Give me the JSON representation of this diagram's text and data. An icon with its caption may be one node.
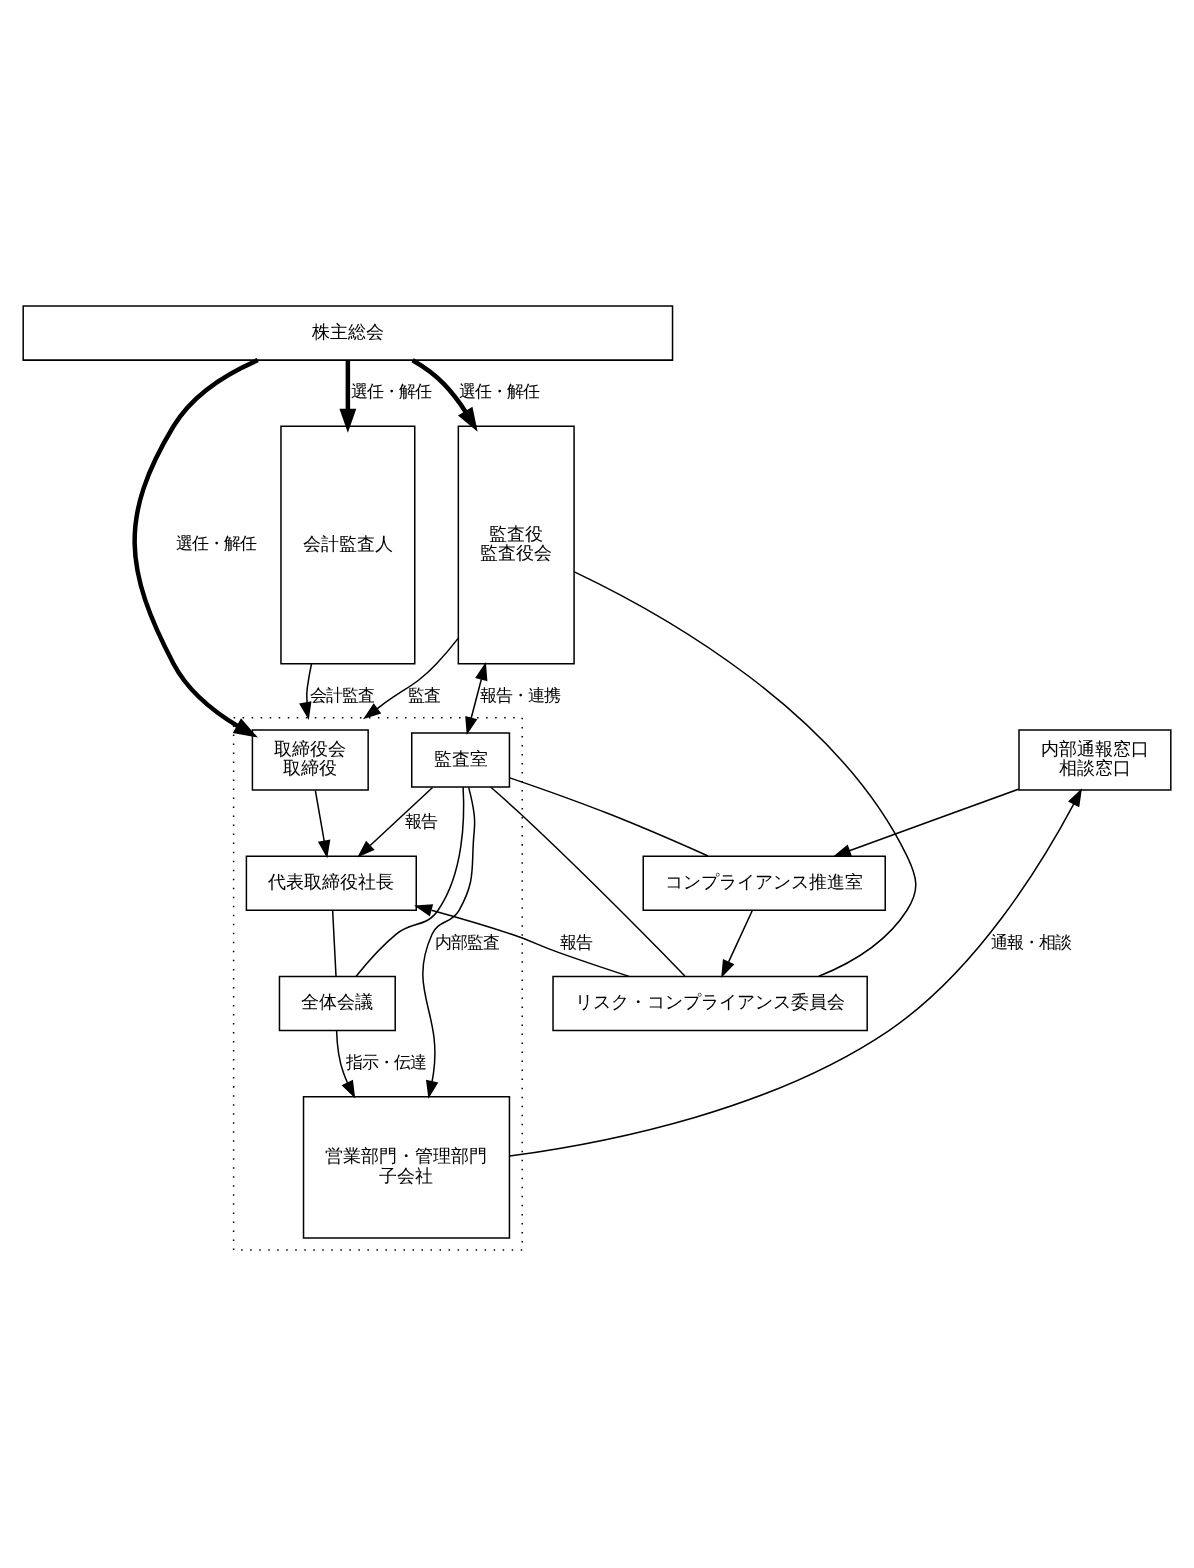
{
  "diagram": {
    "nodes": [
      {
        "text": [
          "株主総会"
        ]
      },
      {
        "text": [
          "監査役",
          "監査役会"
        ]
      },
      {
        "text": [],
        "shape": "box"
      },
      {
        "text": [
          "取締役会",
          "取締役"
        ],
        "in": 2
      },
      {
        "text": [
          "代表取締役社長"
        ],
        "in": 2
      },
      {
        "text": [
          "監査室"
        ],
        "in": 2
      },
      {
        "text": [
          "全体会議"
        ],
        "in": 2
      },
      {
        "text": [
          "営業部門・管理部門",
          "子会社"
        ],
        "in": 2
      },
      {
        "text": [
          "会計監査人"
        ]
      },
      {
        "text": [
          "リスク・コンプライアンス委員会"
        ]
      },
      {
        "text": [
          "コンプライアンス推進室"
        ]
      },
      {
        "text": [
          "内部通報窓口",
          "相談窓口"
        ]
      }
    ],
    "edges": [
      {
        "from": 0,
        "to": 1,
        "arrow": "to",
        "label": "選任・解任",
        "style": "thick"
      },
      {
        "from": 0,
        "to": 3,
        "arrow": "to",
        "label": "選任・解任",
        "style": "thick"
      },
      {
        "from": 0,
        "to": 8,
        "arrow": "to",
        "label": "選任・解任",
        "style": "thick"
      },
      {
        "from": 1,
        "to": 2,
        "arrow": "to",
        "label": "監査"
      },
      {
        "from": 8,
        "to": 2,
        "arrow": "to",
        "label": "会計監査"
      },
      {
        "from": 3,
        "to": 4,
        "arrow": "to"
      },
      {
        "from": 9,
        "to": 4,
        "arrow": "to",
        "label": "報告"
      },
      {
        "from": 1,
        "to": 9,
        "arrow": "none"
      },
      {
        "from": 1,
        "to": 5,
        "arrow": "both",
        "label": "報告・連携"
      },
      {
        "from": 5,
        "to": 4,
        "arrow": "to",
        "label": "報告"
      },
      {
        "from": 4,
        "to": 6,
        "arrow": "none"
      },
      {
        "from": 5,
        "to": 6,
        "arrow": "none"
      },
      {
        "from": 5,
        "to": 7,
        "arrow": "to",
        "label": "内部監査"
      },
      {
        "from": 5,
        "to": 9,
        "arrow": "none"
      },
      {
        "from": 5,
        "to": 10,
        "arrow": "none"
      },
      {
        "from": 10,
        "to": 9,
        "arrow": "to"
      },
      {
        "from": 11,
        "to": 10,
        "arrow": "to"
      },
      {
        "from": 7,
        "to": 11,
        "arrow": "to",
        "label": "通報・相談"
      },
      {
        "from": 6,
        "to": 7,
        "arrow": "to",
        "label": "指示・伝達"
      }
    ]
  }
}
